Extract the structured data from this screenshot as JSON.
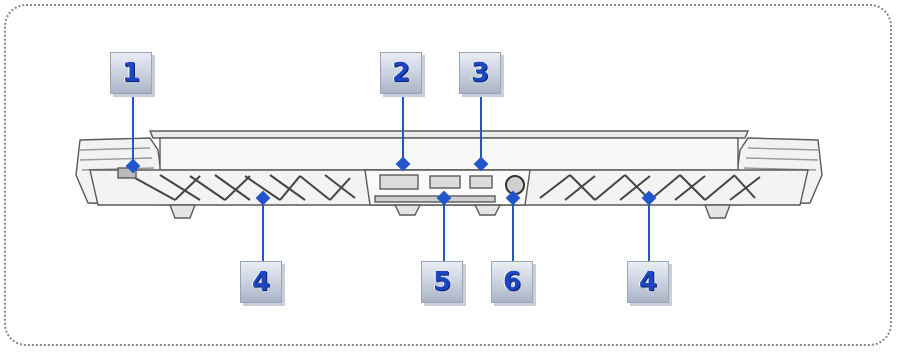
{
  "callouts": [
    {
      "id": "c1",
      "label": "1"
    },
    {
      "id": "c2",
      "label": "2"
    },
    {
      "id": "c3",
      "label": "3"
    },
    {
      "id": "c4a",
      "label": "4"
    },
    {
      "id": "c4b",
      "label": "4"
    },
    {
      "id": "c5",
      "label": "5"
    },
    {
      "id": "c6",
      "label": "6"
    }
  ],
  "colors": {
    "callout_text": "#1c47c2",
    "leader_line": "#2255cc",
    "chassis_line": "#555555",
    "frame_border": "#8a8a8a"
  }
}
